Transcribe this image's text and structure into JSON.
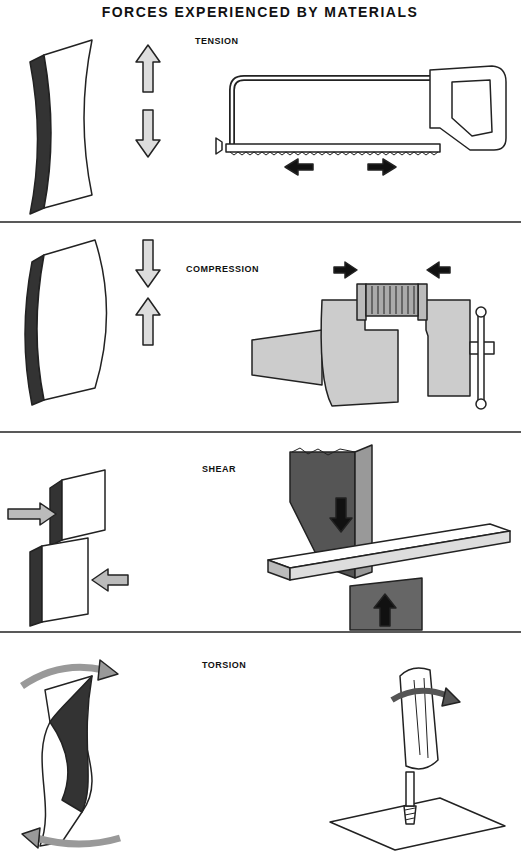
{
  "diagram": {
    "title": "FORCES EXPERIENCED BY MATERIALS",
    "labels": [
      "TENSION",
      "COMPRESSION",
      "SHEAR",
      "TORSION"
    ]
  }
}
